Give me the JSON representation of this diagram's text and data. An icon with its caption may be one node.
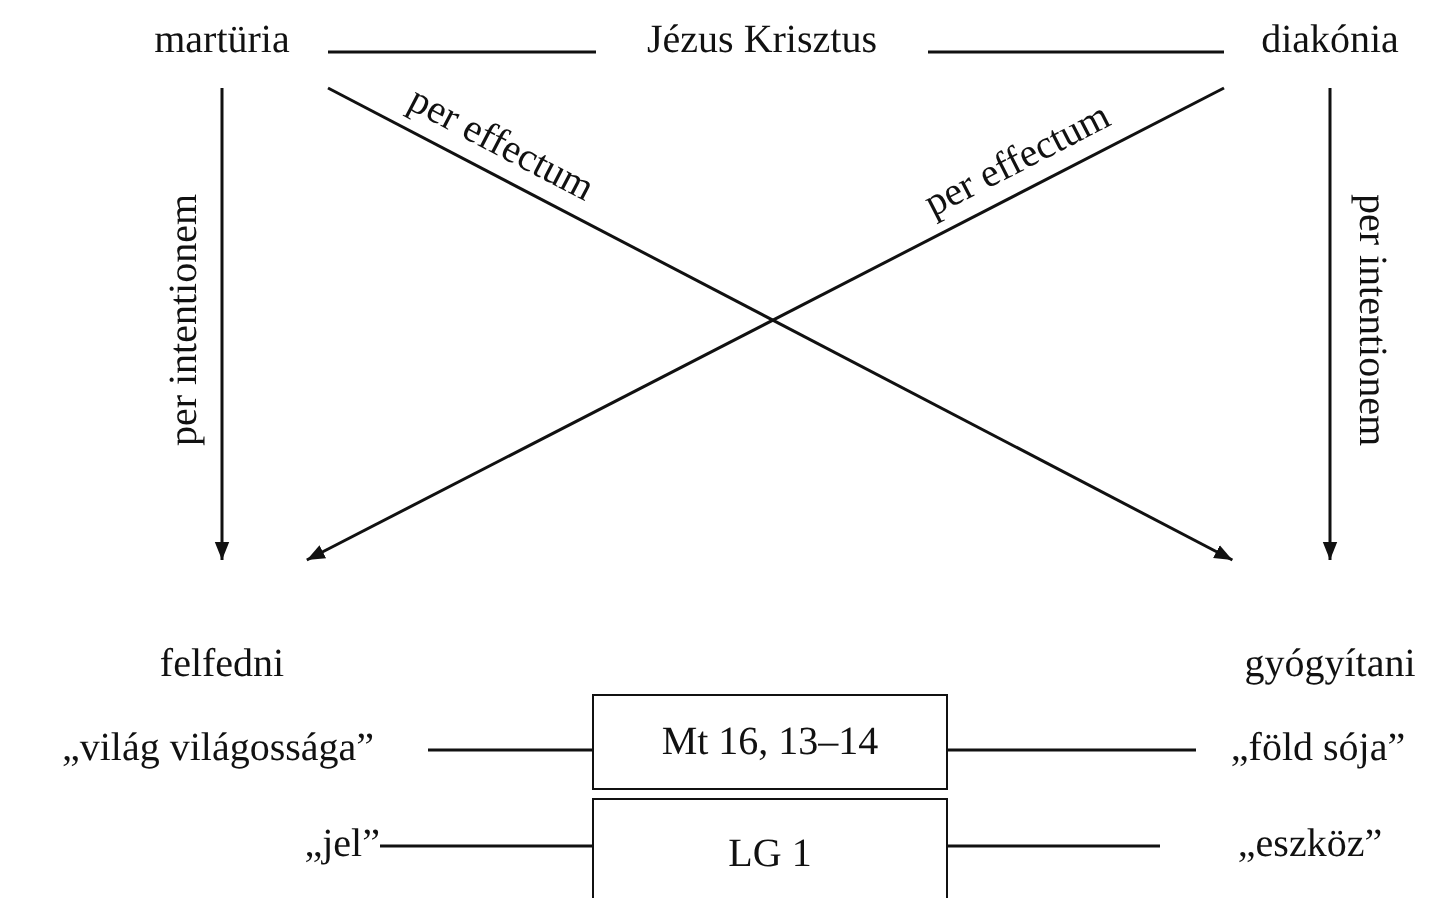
{
  "diagram": {
    "nodes": [
      {
        "text": [
          "martüria"
        ]
      },
      {
        "text": [
          "Jézus Krisztus"
        ]
      },
      {
        "text": [
          "diakónia"
        ]
      },
      {
        "text": [
          "felfedni"
        ]
      },
      {
        "text": [
          "gyógyítani"
        ]
      },
      {
        "text": [
          "„világ világossága”"
        ]
      },
      {
        "text": [
          "Mt 16, 13–14"
        ]
      },
      {
        "text": [
          "„föld sója”"
        ]
      },
      {
        "text": [
          "„jel”"
        ]
      },
      {
        "text": [
          "LG 1"
        ]
      },
      {
        "text": [
          "„eszköz”"
        ]
      }
    ],
    "edges": [
      {
        "from": 0,
        "to": 1,
        "arrow": "none"
      },
      {
        "from": 1,
        "to": 2,
        "arrow": "none"
      },
      {
        "from": 0,
        "to": 3,
        "arrow": "to",
        "label": "per intentionem"
      },
      {
        "from": 2,
        "to": 4,
        "arrow": "to",
        "label": "per intentionem"
      },
      {
        "from": 0,
        "to": 4,
        "arrow": "to",
        "label": "per effectum"
      },
      {
        "from": 2,
        "to": 3,
        "arrow": "to",
        "label": "per effectum"
      },
      {
        "from": 5,
        "to": 6,
        "arrow": "none"
      },
      {
        "from": 6,
        "to": 7,
        "arrow": "none"
      },
      {
        "from": 8,
        "to": 9,
        "arrow": "none"
      },
      {
        "from": 9,
        "to": 10,
        "arrow": "none"
      }
    ]
  }
}
